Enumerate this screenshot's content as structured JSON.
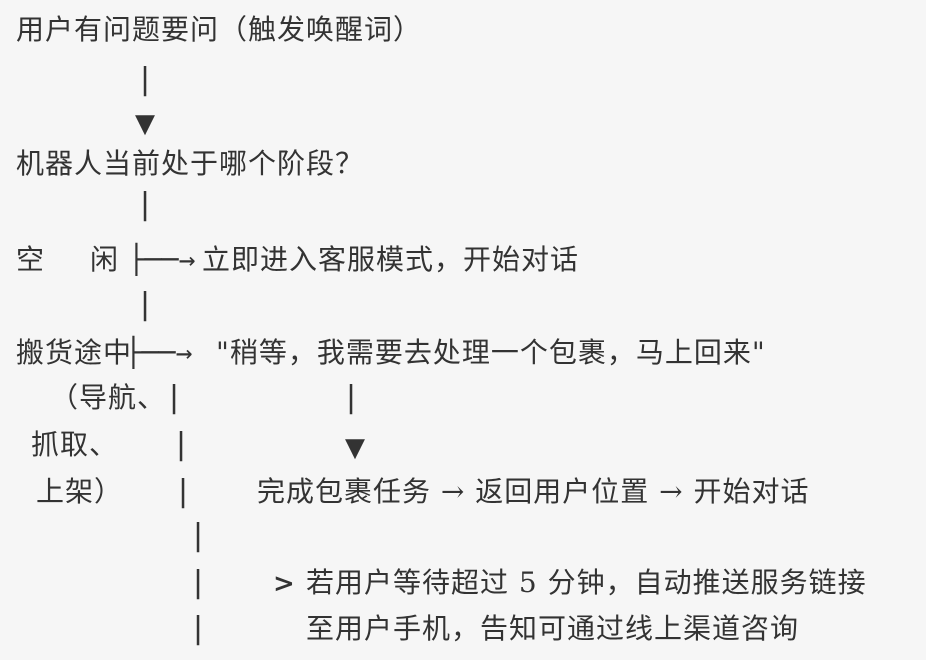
{
  "colors": {
    "background": "#f6f6f6",
    "text": "#333333"
  },
  "flow": {
    "start": "用户有问题要问（触发唤醒词）",
    "stage_question": "机器人当前处于哪个阶段？",
    "branch_idle": {
      "label_char1": "空",
      "label_char2": "闲",
      "action": "立即进入客服模式，开始对话"
    },
    "branch_busy": {
      "label": "搬货途中",
      "reply": "\"稍等，我需要去处理一个包裹，马上回来\"",
      "annotation": [
        "（导航、",
        "抓取、",
        "上架）"
      ],
      "sequence": "完成包裹任务 → 返回用户位置 → 开始对话",
      "timeout_note": {
        "marker": ">",
        "line1": "若用户等待超过 5 分钟，自动推送服务链接",
        "line2": "至用户手机，告知可通过线上渠道咨询"
      }
    },
    "glyphs": {
      "pipe": "|",
      "down_arrow": "▼",
      "branch_connector": "├──→"
    }
  }
}
